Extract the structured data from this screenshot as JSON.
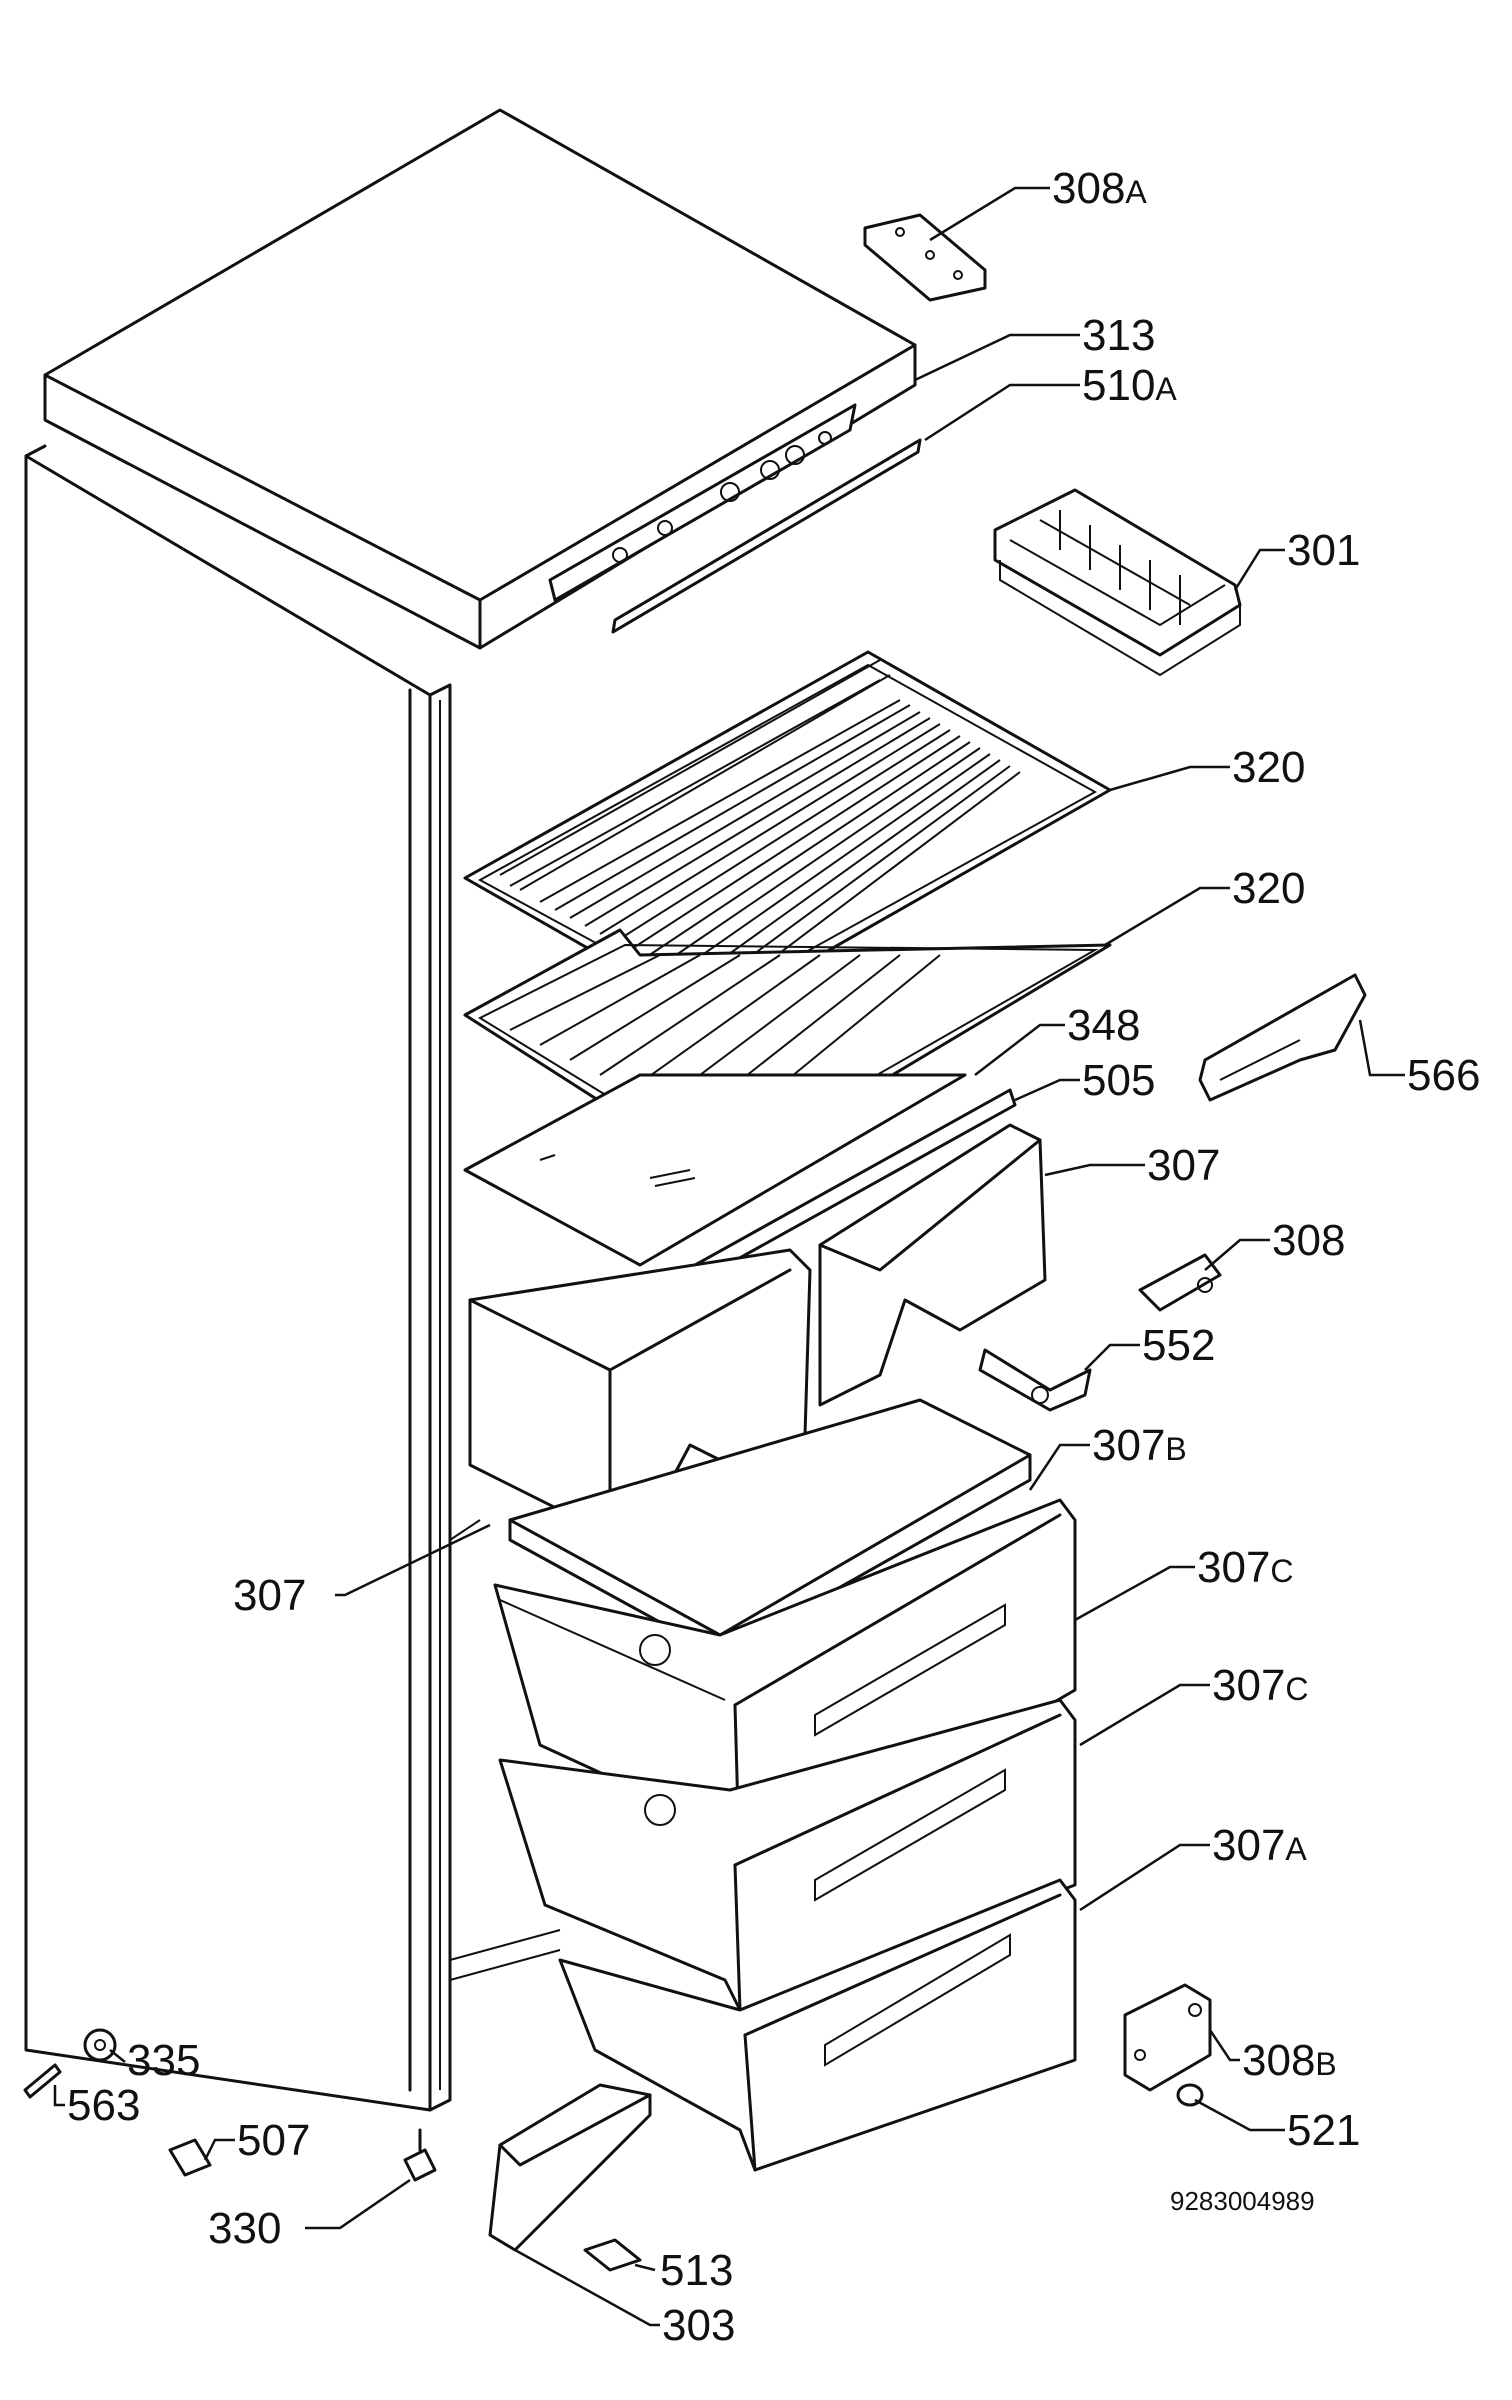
{
  "drawing_number": "9283004989",
  "labels": {
    "l308a": {
      "main": "308",
      "suffix": "A"
    },
    "l313": {
      "main": "313",
      "suffix": ""
    },
    "l510a": {
      "main": "510",
      "suffix": "A"
    },
    "l301": {
      "main": "301",
      "suffix": ""
    },
    "l320a": {
      "main": "320",
      "suffix": ""
    },
    "l320b": {
      "main": "320",
      "suffix": ""
    },
    "l348": {
      "main": "348",
      "suffix": ""
    },
    "l566": {
      "main": "566",
      "suffix": ""
    },
    "l505": {
      "main": "505",
      "suffix": ""
    },
    "l307r": {
      "main": "307",
      "suffix": ""
    },
    "l308": {
      "main": "308",
      "suffix": ""
    },
    "l552": {
      "main": "552",
      "suffix": ""
    },
    "l307b": {
      "main": "307",
      "suffix": "B"
    },
    "l307l": {
      "main": "307",
      "suffix": ""
    },
    "l307c1": {
      "main": "307",
      "suffix": "C"
    },
    "l307c2": {
      "main": "307",
      "suffix": "C"
    },
    "l307a": {
      "main": "307",
      "suffix": "A"
    },
    "l335": {
      "main": "335",
      "suffix": ""
    },
    "l563": {
      "main": "563",
      "suffix": ""
    },
    "l507": {
      "main": "507",
      "suffix": ""
    },
    "l308b": {
      "main": "308",
      "suffix": "B"
    },
    "l521": {
      "main": "521",
      "suffix": ""
    },
    "l330": {
      "main": "330",
      "suffix": ""
    },
    "l513": {
      "main": "513",
      "suffix": ""
    },
    "l303": {
      "main": "303",
      "suffix": ""
    }
  }
}
